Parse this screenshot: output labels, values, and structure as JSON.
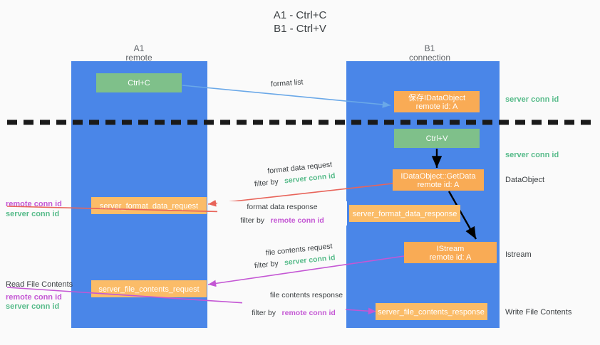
{
  "title": {
    "line1": "A1 - Ctrl+C",
    "line2": "B1 - Ctrl+V"
  },
  "columns": [
    {
      "name": "A1",
      "sub": "remote"
    },
    {
      "name": "B1",
      "sub": "connection"
    }
  ],
  "colors": {
    "lane": "#4a86e8",
    "green_box": "#7fc08a",
    "orange_box": "#f9ab55",
    "orange_box_alt": "#fbbc68",
    "server_conn_id": "#57bb8a",
    "remote_conn_id": "#c457d4",
    "arrow_blue": "#6aa8e8",
    "arrow_red": "#e8645a",
    "arrow_magenta": "#c457d4",
    "arrow_black": "#000000",
    "divider": "#1a1a1a"
  },
  "nodes": {
    "ctrl_c": "Ctrl+C",
    "ctrl_v": "Ctrl+V",
    "save_dataobject": {
      "line1": "保存IDataObject",
      "line2": "remote id: A"
    },
    "getdata": {
      "line1": "IDataObject::GetData",
      "line2": "remote id: A"
    },
    "istream": {
      "line1": "IStream",
      "line2": "remote id: A"
    },
    "server_format_data_request": "server_format_data_request",
    "server_format_data_response": "server_format_data_response",
    "server_file_contents_request": "server_file_contents_request",
    "server_file_contents_response": "server_file_contents_response"
  },
  "edges": {
    "format_list": "format list",
    "format_data_request": "format data request",
    "format_data_response": "format data response",
    "file_contents_request": "file contents request",
    "file_contents_response": "file contents response",
    "filter_by": "filter by",
    "server_conn_id": "server conn id",
    "remote_conn_id": "remote conn id"
  },
  "side_labels": {
    "right_top_server_conn_id": "server conn id",
    "right_second_server_conn_id": "server conn id",
    "dataobject": "DataObject",
    "istream": "Istream",
    "write_file_contents": "Write File Contents",
    "read_file_contents": "Read File Contents",
    "left_remote_conn_id": "remote conn id",
    "left_server_conn_id": "server conn id",
    "left2_remote_conn_id": "remote conn id",
    "left2_server_conn_id": "server conn id"
  }
}
